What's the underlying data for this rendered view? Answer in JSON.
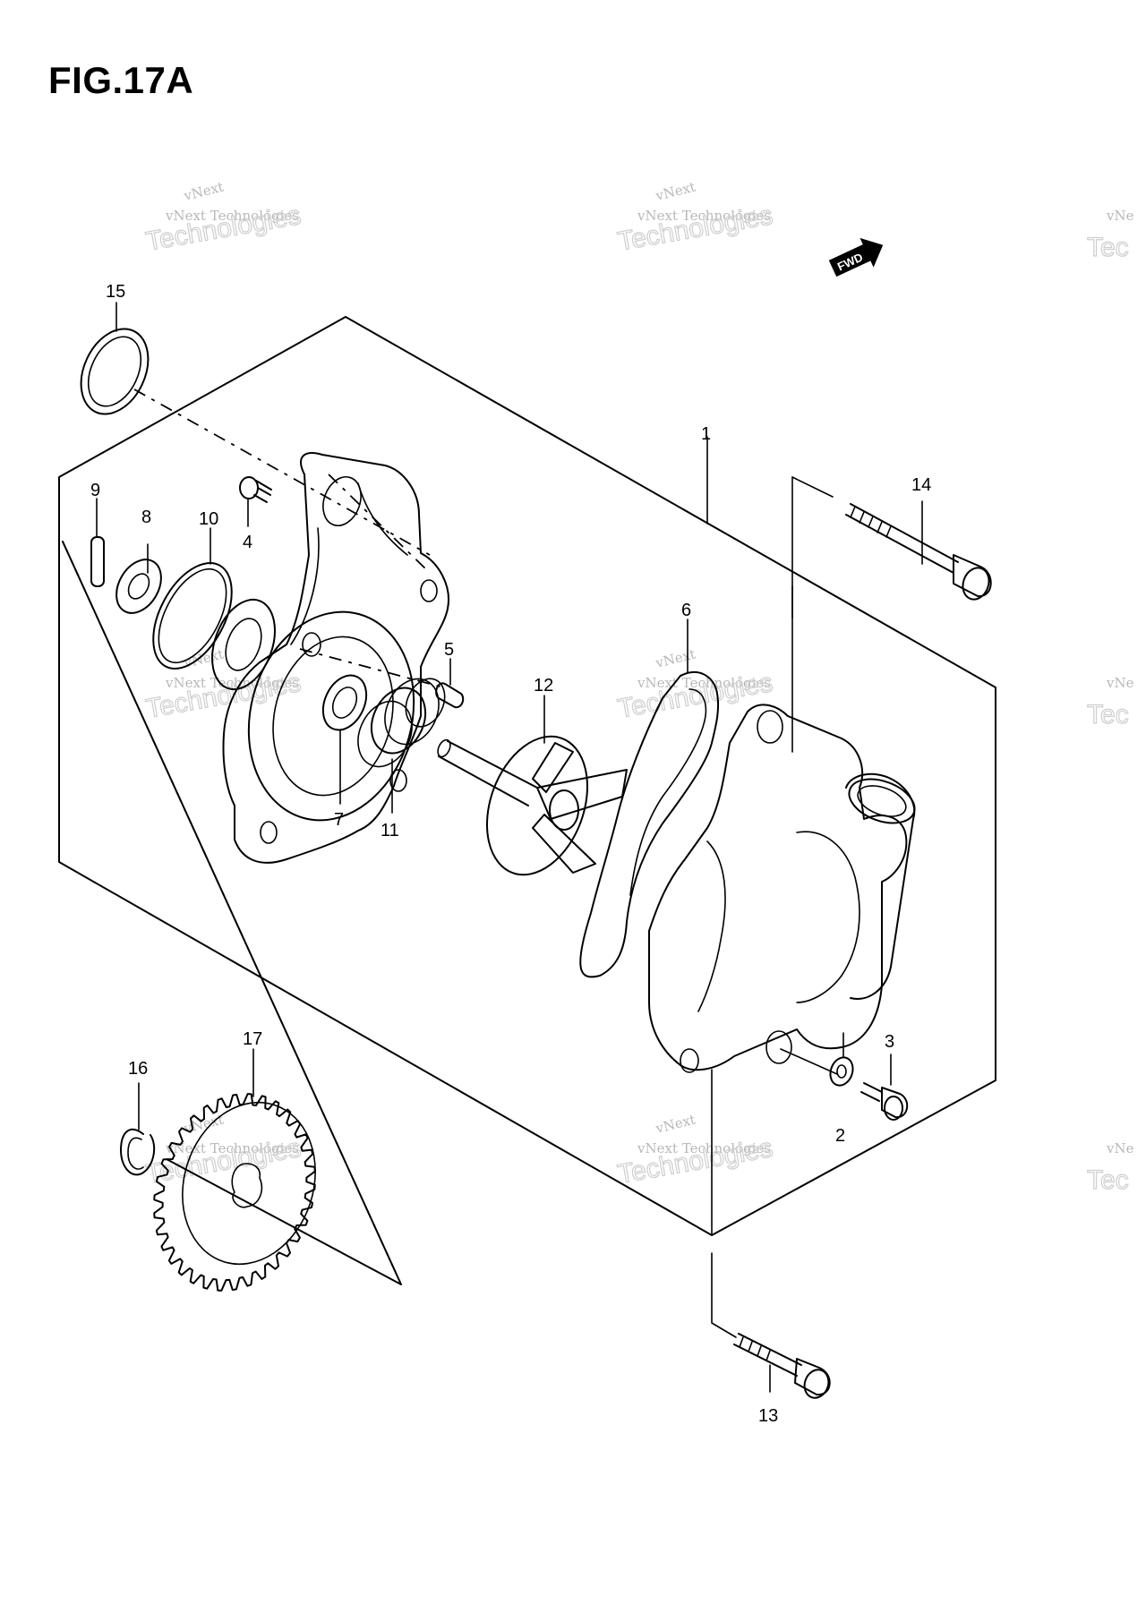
{
  "figure": {
    "title": "FIG.17A"
  },
  "watermark": {
    "line1": "vNext",
    "line2": "vNext Technologies",
    "line3": "Technologies",
    "cut_line2": "vNe",
    "cut_line3": "Tec"
  },
  "forward_badge": {
    "label": "FWD",
    "icon": "forward-arrow-icon"
  },
  "callouts": [
    "1",
    "2",
    "3",
    "4",
    "5",
    "6",
    "7",
    "8",
    "9",
    "10",
    "11",
    "12",
    "13",
    "14",
    "15",
    "16",
    "17"
  ],
  "colors": {
    "ink": "#000000",
    "watermark": "#c0c0c0",
    "background": "#ffffff"
  }
}
